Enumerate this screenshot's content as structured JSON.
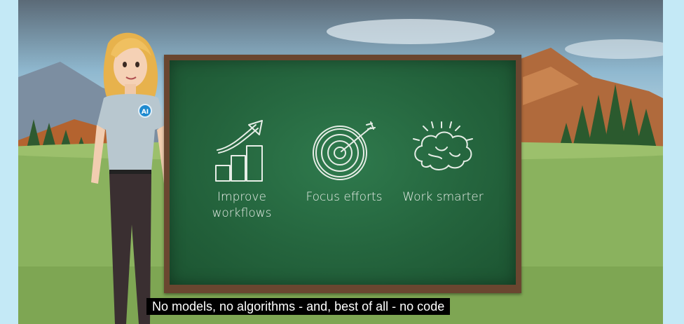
{
  "board": {
    "items": [
      {
        "label": "Improve workflows",
        "line1": "Improve",
        "line2": "workflows",
        "icon": "rising-bars-arrow-icon"
      },
      {
        "label": "Focus efforts",
        "icon": "target-arrow-icon"
      },
      {
        "label": "Work smarter",
        "icon": "brain-idea-icon"
      }
    ]
  },
  "character": {
    "badge_text": "AI"
  },
  "caption": {
    "text": "No models, no algorithms - and, best of all - no code"
  },
  "colors": {
    "sky": "#7fb9d6",
    "grass": "#8ab25e",
    "chalkboard": "#24643d",
    "board_frame": "#6a4630",
    "mountain": "#b0653a"
  }
}
